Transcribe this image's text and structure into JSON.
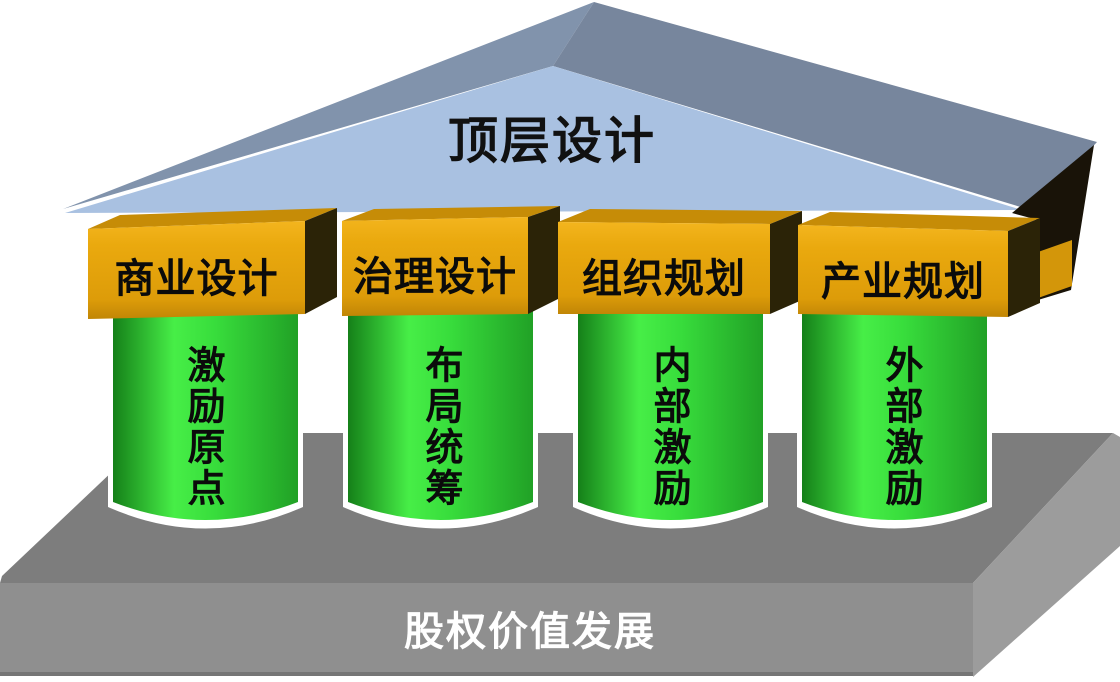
{
  "roof": {
    "title": "顶层设计"
  },
  "columns": [
    {
      "header": "商业设计",
      "pillar_label": "激励原点"
    },
    {
      "header": "治理设计",
      "pillar_label": "布局统筹"
    },
    {
      "header": "组织规划",
      "pillar_label": "内部激励"
    },
    {
      "header": "产业规划",
      "pillar_label": "外部激励"
    }
  ],
  "base": {
    "label": "股权价值发展"
  },
  "colors": {
    "roof_front": "#a9c1e1",
    "roof_slope_left": "#8193ac",
    "roof_slope_right": "#77869d",
    "gold_top": "#c68c07",
    "gold_side": "#2b2307",
    "gold_wedge": "#d3960a",
    "shadow_dark": "#191308",
    "base_top": "#7d7d7d",
    "base_front": "#8f8f8f",
    "base_side": "#9c9c9c",
    "base_bottom_edge": "#757575",
    "pillar_outline": "#ffffff",
    "title_text": "#111111",
    "base_text": "#ffffff"
  }
}
